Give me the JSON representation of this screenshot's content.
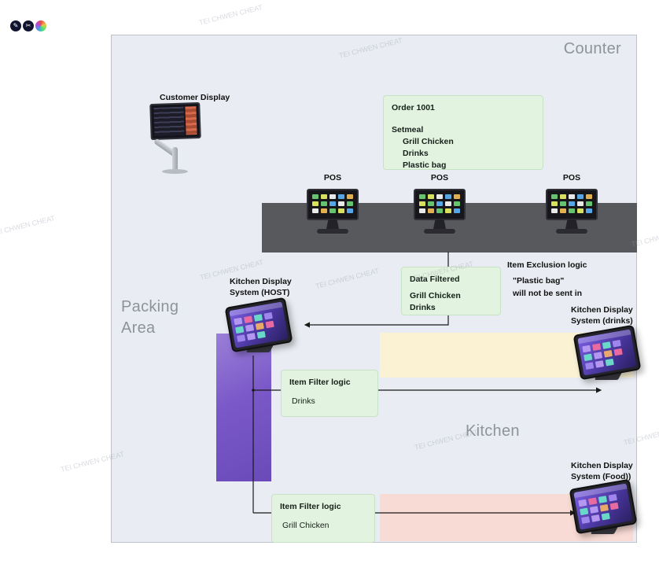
{
  "toolbar": {
    "buttons": [
      {
        "glyph": "✎"
      },
      {
        "glyph": "✂"
      },
      {
        "glyph": ""
      }
    ]
  },
  "diagram": {
    "zone_labels": {
      "counter": "Counter",
      "packing": "Packing Area",
      "kitchen": "Kitchen"
    },
    "customer_display_label": "Customer Display",
    "pos_labels": [
      "POS",
      "POS",
      "POS"
    ],
    "order_box": {
      "title": "Order 1001",
      "group": "Setmeal",
      "items": [
        "Grill Chicken",
        "Drinks",
        "Plastic bag"
      ]
    },
    "data_filtered_box": {
      "title": "Data Filtered",
      "items": [
        "Grill Chicken",
        "Drinks"
      ]
    },
    "exclusion_note": {
      "title": "Item Exclusion logic",
      "line1": "\"Plastic bag\"",
      "line2": "will not be sent in"
    },
    "kds_labels": {
      "host": "Kitchen Display System (HOST)",
      "drinks": "Kitchen Display System (drinks)",
      "food": "Kitchen Display System (Food))"
    },
    "filter_boxes": {
      "drinks": {
        "title": "Item Filter logic",
        "item": "Drinks"
      },
      "food": {
        "title": "Item Filter logic",
        "item": "Grill Chicken"
      }
    },
    "watermark": "TEI CHWEN CHEAT"
  }
}
